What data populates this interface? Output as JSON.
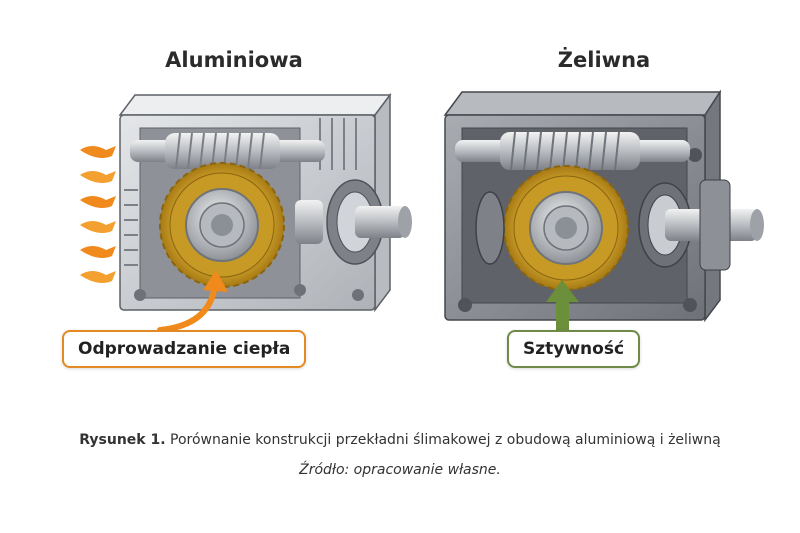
{
  "labels": {
    "left_title": "Aluminiowa",
    "right_title": "Żeliwna",
    "left_callout": "Odprowadzanie ciepła",
    "right_callout": "Sztywność"
  },
  "caption": {
    "figure_label": "Rysunek 1.",
    "figure_text": "Porównanie konstrukcji przekładni ślimakowej z obudową aluminiową i żeliwną",
    "source": "Źródło: opracowanie własne."
  },
  "icons": {
    "heat": "flame-arrow-icon",
    "heat_arrow": "curved-arrow-icon",
    "rigidity_arrow": "up-arrow-icon"
  },
  "colors": {
    "aluminium": "#c9ccd0",
    "cast_iron": "#8d9096",
    "gear": "#d4a72c",
    "heat": "#f08a1c",
    "rigidity": "#6b8f3a"
  }
}
